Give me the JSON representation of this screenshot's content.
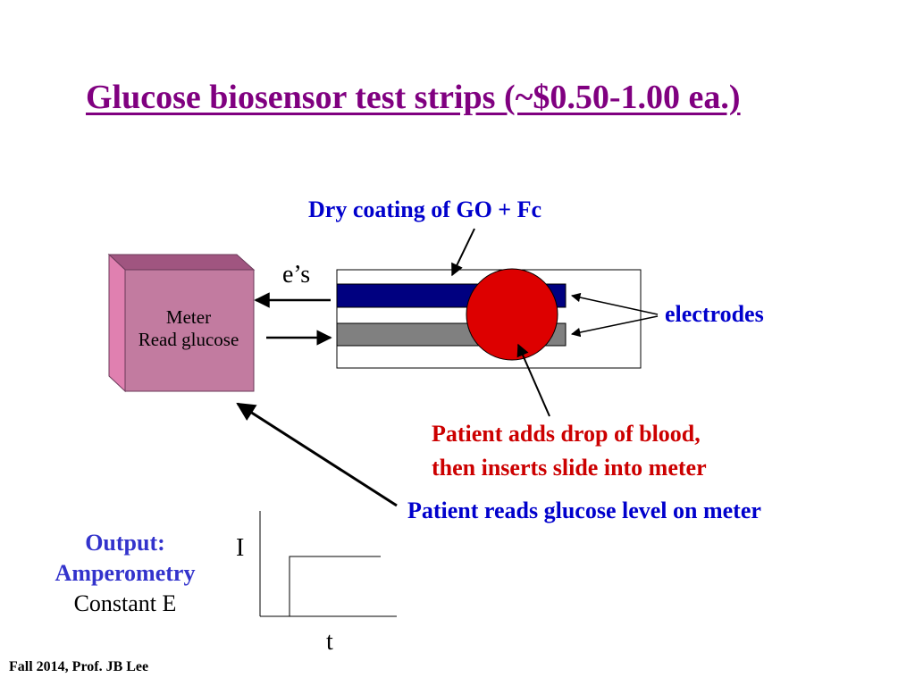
{
  "title": "Glucose biosensor test strips (~$0.50-1.00 ea.)",
  "labels": {
    "coating": "Dry coating of GO + Fc",
    "electrons": "e’s",
    "electrodes": "electrodes",
    "meter_line1": "Meter",
    "meter_line2": "Read glucose",
    "patient_line1": "Patient adds drop of blood,",
    "patient_line2": "then inserts slide into meter",
    "reads": "Patient reads glucose level on meter"
  },
  "output": {
    "line1": "Output:",
    "line2": "Amperometry",
    "line3": "Constant E"
  },
  "graph": {
    "y_label": "I",
    "x_label": "t"
  },
  "footer": "Fall 2014, Prof. JB Lee",
  "colors": {
    "title": "#800080",
    "annotation_blue": "#0000cc",
    "annotation_red": "#cc0000",
    "meter_front": "#c27ba0",
    "electrode_top": "#000080",
    "electrode_bottom": "#808080",
    "blood_drop": "#dd0000"
  }
}
